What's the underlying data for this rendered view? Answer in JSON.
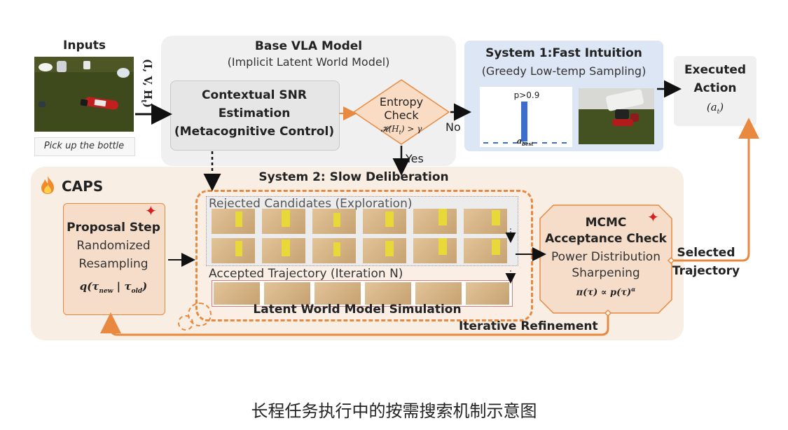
{
  "inputs": {
    "title": "Inputs",
    "caption": "Pick up the bottle",
    "vector_label": "(I, V, H",
    "vector_sub": "t",
    "vector_close": ")"
  },
  "base_model": {
    "title": "Base VLA Model",
    "subtitle": "(Implicit Latent World Model)"
  },
  "snr": {
    "line1": "Contextual SNR",
    "line2": "Estimation",
    "line3": "(Metacognitive Control)"
  },
  "entropy": {
    "line1": "Entropy",
    "line2": "Check",
    "formula": "𝓗(H",
    "formula_sub": "t",
    "formula_rest": ") > γ",
    "no": "No",
    "yes": "Yes"
  },
  "system1": {
    "title": "System 1:Fast Intuition",
    "subtitle": "(Greedy Low-temp Sampling)",
    "prob": "p>0.9",
    "a_best": "a",
    "a_best_sub": "best"
  },
  "executed": {
    "line1": "Executed",
    "line2": "Action",
    "symbol": "(a",
    "symbol_sub": "t",
    "symbol_close": ")"
  },
  "caps": {
    "title": "CAPS",
    "system2_title": "System 2: Slow Deliberation",
    "rejected_label": "Rejected Candidates (Exploration)",
    "accepted_label": "Accepted Trajectory (Iteration N)",
    "latent_label": "Latent World Model Simulation",
    "iterative": "Iterative Refinement",
    "selected_line1": "Selected",
    "selected_line2": "Trajectory"
  },
  "proposal": {
    "title": "Proposal Step",
    "line1": "Randomized",
    "line2": "Resampling",
    "formula": "q(τ",
    "formula_new": "new",
    "formula_mid": " | τ",
    "formula_old": "old",
    "formula_end": ")"
  },
  "mcmc": {
    "line1": "MCMC",
    "line2": "Acceptance Check",
    "line3": "Power Distribution",
    "line4": "Sharpening",
    "formula": "π(τ) ∝ p(τ)",
    "formula_sup": "α"
  },
  "footer": {
    "caption": "长程任务执行中的按需搜索机制示意图"
  },
  "colors": {
    "orange": "#e8893f",
    "caps_bg": "#f8eee3",
    "box_orange_bg": "#f5ddc9",
    "system1_bg": "#dce6f4",
    "gray_bg": "#f0f0f0",
    "bar_blue": "#3a6fd0",
    "star_red": "#d62020"
  }
}
